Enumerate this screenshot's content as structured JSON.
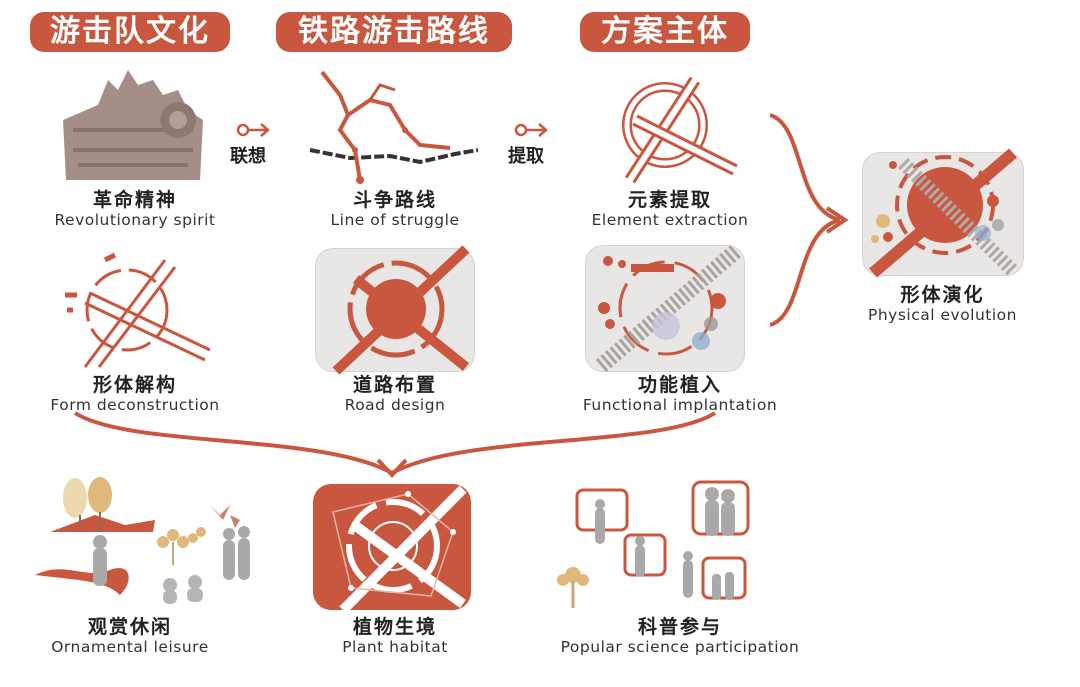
{
  "headers": {
    "culture": "游击队文化",
    "route": "铁路游击路线",
    "scheme": "方案主体"
  },
  "connectors": {
    "associate": "联想",
    "extract": "提取"
  },
  "items": {
    "revolutionary": {
      "zh": "革命精神",
      "en": "Revolutionary spirit"
    },
    "struggle": {
      "zh": "斗争路线",
      "en": "Line of struggle"
    },
    "element": {
      "zh": "元素提取",
      "en": "Element extraction"
    },
    "form": {
      "zh": "形体解构",
      "en": "Form deconstruction"
    },
    "road": {
      "zh": "道路布置",
      "en": "Road design"
    },
    "functional": {
      "zh": "功能植入",
      "en": "Functional implantation"
    },
    "physical": {
      "zh": "形体演化",
      "en": "Physical evolution"
    },
    "ornamental": {
      "zh": "观赏休闲",
      "en": "Ornamental leisure"
    },
    "plant": {
      "zh": "植物生境",
      "en": "Plant habitat"
    },
    "popular": {
      "zh": "科普参与",
      "en": "Popular science participation"
    }
  },
  "colors": {
    "accent": "#c9573f",
    "grey": "#9b9b9b",
    "tan": "#e0b97a"
  }
}
